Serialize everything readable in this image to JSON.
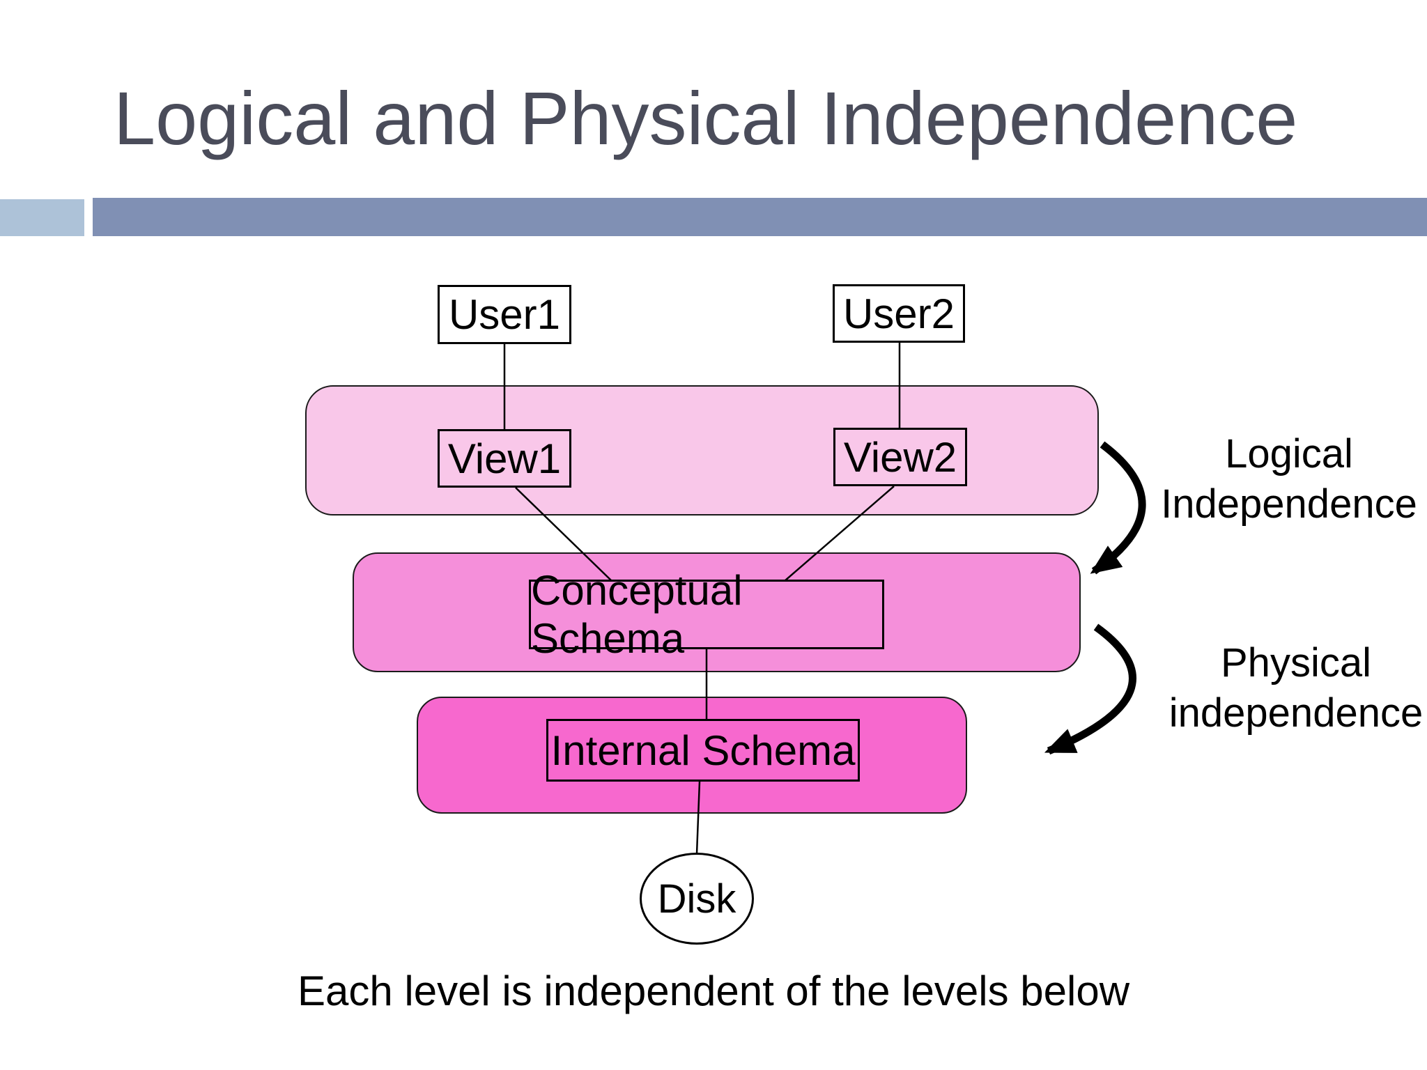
{
  "slide": {
    "title": "Logical and Physical Independence",
    "caption": "Each level is independent of the levels below"
  },
  "colors": {
    "title_text": "#4a4c5a",
    "accent_square": "#adc2d8",
    "accent_bar": "#8090b4",
    "view_layer": "#f9c7e9",
    "conceptual_layer": "#f58fda",
    "internal_layer": "#f768ce",
    "diagram_text": "#000000"
  },
  "diagram": {
    "nodes": {
      "user1": "User1",
      "user2": "User2",
      "view1": "View1",
      "view2": "View2",
      "conceptual": "Conceptual Schema",
      "internal": "Internal Schema",
      "disk": "Disk"
    },
    "labels": {
      "logical": {
        "line1": "Logical",
        "line2": "Independence"
      },
      "physical": {
        "line1": "Physical",
        "line2": "independence"
      }
    },
    "edges": [
      "User1 - View1",
      "User2 - View2",
      "View1 - Conceptual Schema",
      "View2 - Conceptual Schema",
      "Conceptual Schema - Internal Schema",
      "Internal Schema - Disk"
    ]
  }
}
